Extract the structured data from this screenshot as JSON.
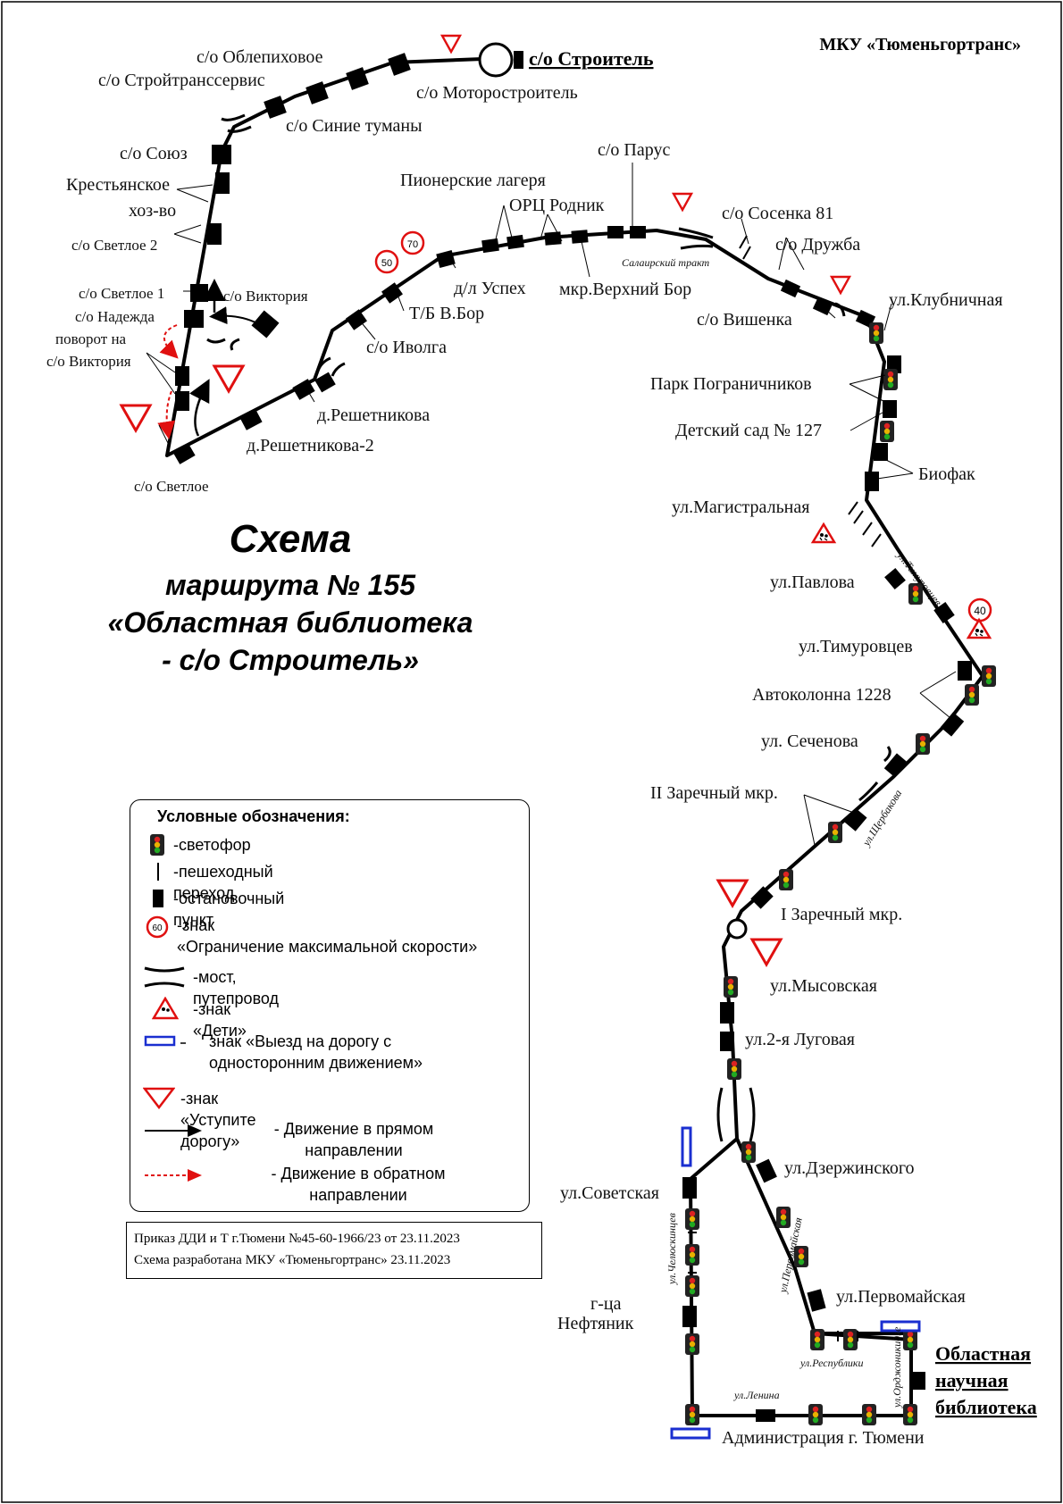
{
  "header": {
    "org": "МКУ «Тюменьгортранс»"
  },
  "title": {
    "line1": "Схема",
    "line2": "маршрута № 155",
    "line3": "«Областная библиотека",
    "line4": "- с/о Строитель»"
  },
  "terminals": {
    "start": "с/о Строитель",
    "end_line1": "Областная",
    "end_line2": "научная",
    "end_line3": "библиотека"
  },
  "stops": [
    "с/о Облепиховое",
    "с/о Стройтранссервис",
    "с/о Моторостроитель",
    "с/о Синие туманы",
    "с/о Союз",
    "Крестьянское",
    "хоз-во",
    "с/о Светлое 2",
    "с/о Светлое 1",
    "с/о Надежда",
    "поворот на",
    "с/о Виктория",
    "с/о Виктория",
    "с/о Светлое",
    "д.Решетникова-2",
    "д.Решетникова",
    "с/о Иволга",
    "Т/Б В.Бор",
    "д/л Успех",
    "Пионерские лагеря",
    "ОРЦ Родник",
    "мкр.Верхний Бор",
    "с/о Парус",
    "с/о Сосенка 81",
    "с/о Дружба",
    "с/о Вишенка",
    "ул.Клубничная",
    "Парк Пограничников",
    "Детский сад № 127",
    "Биофак",
    "ул.Магистральная",
    "ул.Павлова",
    "ул.Тимуровцев",
    "Автоколонна 1228",
    "ул. Сеченова",
    "II Заречный мкр.",
    "I Заречный мкр.",
    "ул.Мысовская",
    "ул.2-я Луговая",
    "ул.Дзержинского",
    "ул.Советская",
    "г-ца",
    "Нефтяник",
    "ул.Первомайская",
    "Администрация г. Тюмени"
  ],
  "streets": [
    "Салаирский тракт",
    "ул.Тимуровцев",
    "ул.Щербакова",
    "ул.Челюскинцев",
    "ул.Первомайская",
    "ул.Республики",
    "ул.Ленина",
    "ул.Орджоникидзе"
  ],
  "speed_limits": [
    "50",
    "70",
    "40",
    "60"
  ],
  "legend": {
    "title": "Условные обозначения:",
    "traffic_light": "-светофор",
    "crosswalk": "-пешеходный переход",
    "stop": "-остановочный пункт",
    "speed_sign": "-знак\n«Ограничение максимальной скорости»",
    "bridge": "-мост, путепровод",
    "children": "-знак «Дети»",
    "one_way": "знак «Выезд на дорогу с\nодносторонним движением»",
    "yield": "-знак «Уступите дорогу»",
    "forward": "- Движение в прямом\nнаправлении",
    "reverse": "- Движение в обратном\nнаправлении"
  },
  "order": {
    "line1": "Приказ ДДИ и Т г.Тюмени №45-60-1966/23 от 23.11.2023",
    "line2": "Схема разработана МКУ «Тюменьгортранс» 23.11.2023"
  },
  "colors": {
    "route": "#000000",
    "sign_red": "#e01010",
    "one_way_blue": "#1a2fd0",
    "arrow_reverse": "#e01010"
  },
  "icons": [
    "traffic-light-icon",
    "stop-icon",
    "yield-sign-icon",
    "speed-limit-icon",
    "children-sign-icon",
    "bridge-icon",
    "one-way-sign-icon"
  ]
}
